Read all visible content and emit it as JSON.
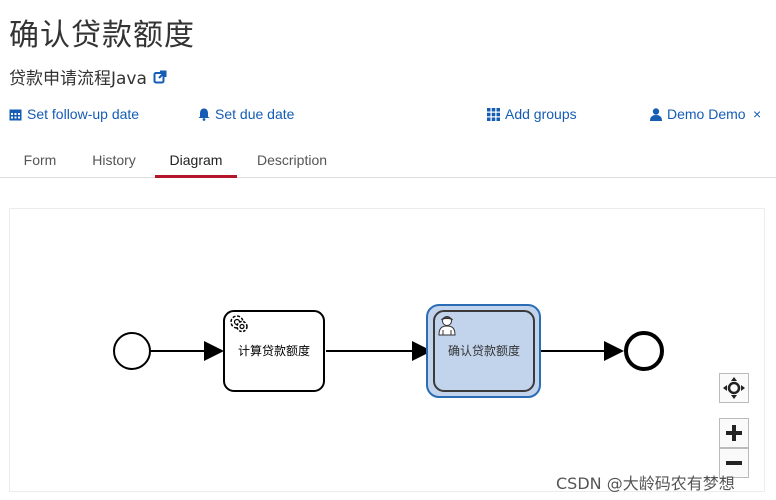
{
  "task": {
    "title": "确认贷款额度",
    "process_name": "贷款申请流程Java"
  },
  "actions": {
    "follow_up": "Set follow-up date",
    "due": "Set due date",
    "groups": "Add groups",
    "assignee": "Demo Demo",
    "remove_assignee": "×"
  },
  "tabs": [
    "Form",
    "History",
    "Diagram",
    "Description"
  ],
  "active_tab": "Diagram",
  "diagram": {
    "service_task_label": "计算贷款额度",
    "user_task_label": "确认贷款额度"
  },
  "watermark": "CSDN @大龄码农有梦想",
  "colors": {
    "link": "#155cb5",
    "active_tab_underline": "#b5152b",
    "highlight_fill": "#c2d3ec",
    "highlight_border": "#2a6db5"
  }
}
